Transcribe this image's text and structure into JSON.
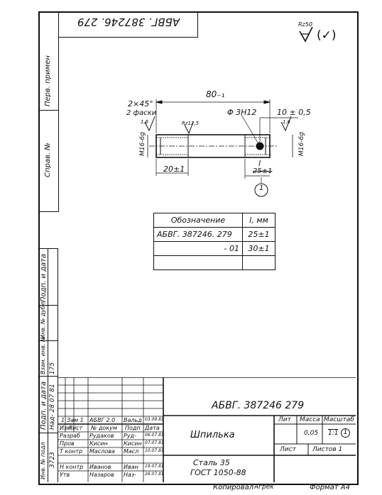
{
  "top_designation": "АБВГ. 387246. 279",
  "roughness_mark": "Rz50",
  "roughness_paren": "(✓)",
  "left_strip": {
    "perv_primen": "Перв. примен",
    "sprav_no": "Справ. №",
    "podp_data": "Подп. и дата",
    "inv_dubl": "Инв. № дубл",
    "vzam_inv": "Взам. инв. №",
    "vzam_inv_val": "175",
    "podp_data_2": "Подп. и дата",
    "podp_data_2_val": "Над- 28 07 81",
    "inv_podl": "Инв. № подл",
    "inv_podl_val": "3723"
  },
  "drawing": {
    "dim_total": "80₋₁",
    "chamfer": "2×45°",
    "chamfer_note": "2 фаски",
    "hole": "Φ 3Н12",
    "dim_right": "10 ± 0,5",
    "thread_left": "М16-6g",
    "thread_right": "М16-6g",
    "rz_mid": "Rz12,5",
    "ra_left": "1,6",
    "ra_right": "1,6",
    "dim_left": "20±1",
    "l_label": "l",
    "l_value": "25±1",
    "callout": "1"
  },
  "table": {
    "headers": [
      "Обозначение",
      "l, мм"
    ],
    "rows": [
      [
        "АБВГ. 387246. 279",
        "25±1"
      ],
      [
        "- 01",
        "30±1"
      ],
      [
        "",
        ""
      ]
    ]
  },
  "title_block": {
    "designation": "АБВГ. 387246 279",
    "name": "Шпилька",
    "material_1": "Сталь 35",
    "material_2": "ГОСТ 1050-88",
    "lit": "Лит",
    "massa": "Масса",
    "masshtab": "Масштаб",
    "mass_value": "0,05",
    "scale_value": "1:1",
    "circle_1": "1",
    "list": "Лист",
    "listov": "Листов 1",
    "change_row": [
      "1",
      "Зам 1",
      "АБВГ 2.0",
      "Вальд",
      "03.09.81"
    ],
    "header_row": [
      "Изм",
      "Лист",
      "№ докум",
      "Подп",
      "Дата"
    ],
    "signers": [
      [
        "Разраб",
        "Рудаков",
        "Руд-",
        "06.07.81"
      ],
      [
        "Пров",
        "Кисин",
        "Кисин",
        "07.07.81"
      ],
      [
        "Т контр",
        "Маслова",
        "Масл",
        "10.07.81"
      ],
      [
        "",
        "",
        "",
        ""
      ],
      [
        "Н контр",
        "Иванов",
        "Иван",
        "19.07.81"
      ],
      [
        "Утв",
        "Назаров",
        "Наз-",
        "26.07.81"
      ]
    ]
  },
  "footer": {
    "kopiroval": "Копировал",
    "kopiroval_sign": "Агрек",
    "format": "Формат А4"
  }
}
